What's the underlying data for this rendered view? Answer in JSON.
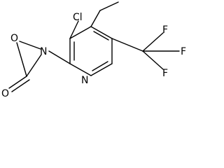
{
  "structure": {
    "atoms": {
      "chlorine": "Cl",
      "ring_nitrogen": "N",
      "oxaziridine_nitrogen": "N",
      "oxaziridine_oxygen": "O",
      "carbonyl_oxygen": "O",
      "fluorine_top": "F",
      "fluorine_right": "F",
      "fluorine_bottom": "F"
    },
    "colors": {
      "bond": "#000000",
      "label": "#000000",
      "background": "#ffffff"
    }
  }
}
